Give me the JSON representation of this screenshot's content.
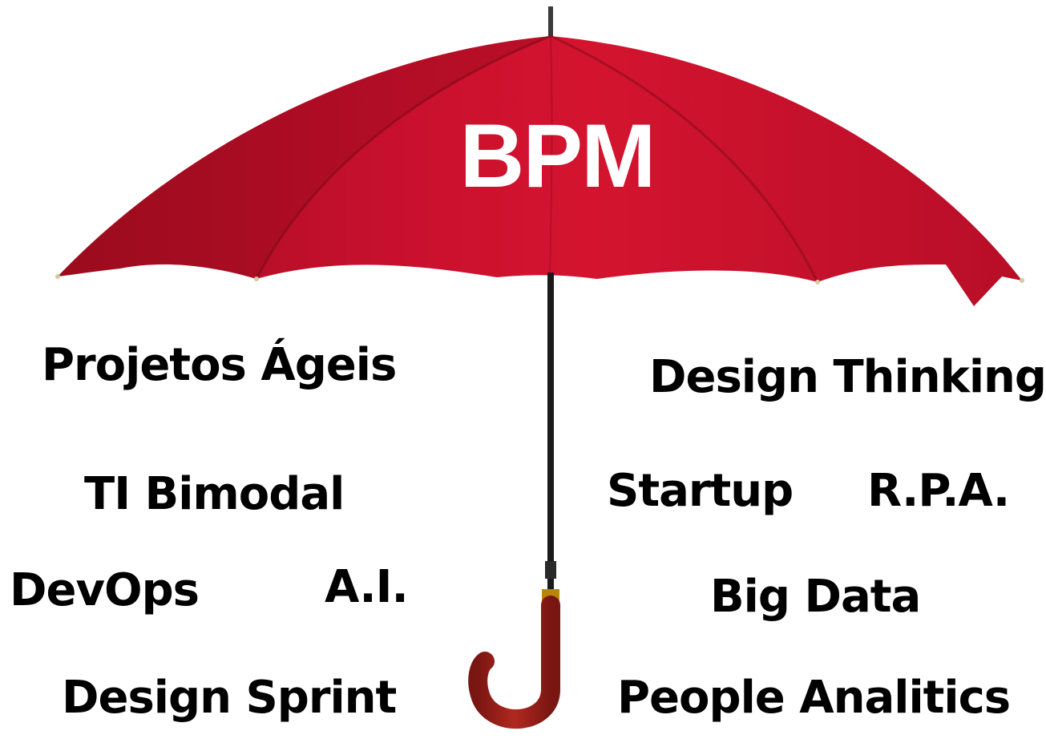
{
  "umbrella": {
    "label": "BPM",
    "canopy_color": "#c8102e",
    "canopy_shadow_color": "#9a0a1e",
    "handle_color": "#a3201c",
    "shaft_color": "#1a1a1a"
  },
  "terms_left": [
    "Projetos Ágeis",
    "TI Bimodal",
    "DevOps",
    "A.I.",
    "Design Sprint"
  ],
  "terms_right": [
    "Design Thinking",
    "Startup",
    "R.P.A.",
    "Big Data",
    "People Analitics"
  ]
}
